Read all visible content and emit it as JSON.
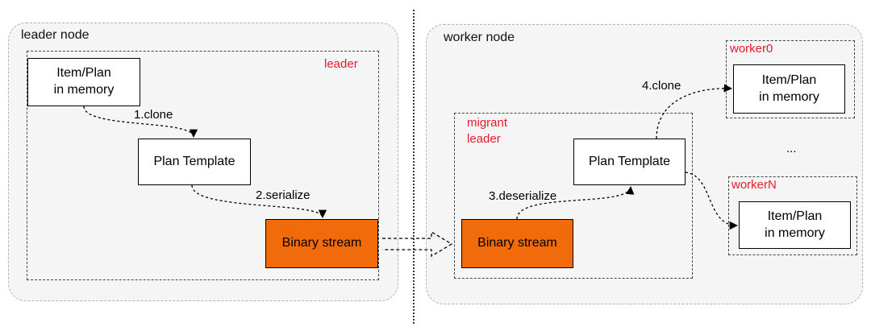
{
  "leader_node": {
    "title": "leader node",
    "group_label": "leader",
    "item_plan": "Item/Plan\nin memory",
    "plan_template": "Plan Template",
    "binary_stream": "Binary stream",
    "step_clone": "1.clone",
    "step_serialize": "2.serialize"
  },
  "worker_node": {
    "title": "worker node",
    "migrant_label": "migrant\nleader",
    "binary_stream": "Binary stream",
    "plan_template": "Plan Template",
    "step_deserialize": "3.deserialize",
    "step_clone": "4.clone",
    "ellipsis": "...",
    "workers": [
      {
        "label": "worker0",
        "item_plan": "Item/Plan\nin memory"
      },
      {
        "label": "workerN",
        "item_plan": "Item/Plan\nin memory"
      }
    ]
  },
  "colors": {
    "binary_fill": "#f26b0a",
    "group_label": "#e8192c",
    "panel_fill": "#f5f5f5"
  }
}
